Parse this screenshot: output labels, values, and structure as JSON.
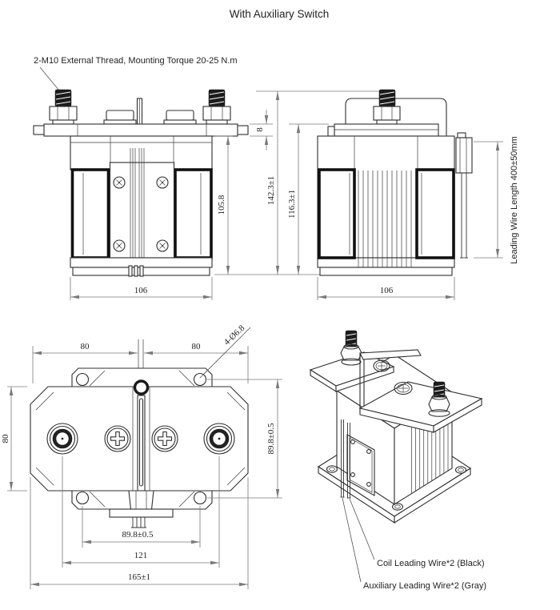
{
  "title": "With Auxiliary Switch",
  "notes": {
    "mounting": "2-M10 External Thread, Mounting Torque 20-25 N.m",
    "leading_wire": "Leading Wire Length 400±50mm",
    "coil_wire": "Coil Leading Wire*2 (Black)",
    "aux_wire": "Auxiliary Leading Wire*2 (Gray)"
  },
  "front_view": {
    "dim_flange_thickness": "8",
    "dim_body_height": "105.8",
    "dim_overall_height": "142.3±1",
    "dim_width": "106"
  },
  "side_view": {
    "dim_height": "116.3±1",
    "dim_width": "106"
  },
  "top_view": {
    "hole_callout": "4-Ø6.8",
    "dim_pitch_left": "80",
    "dim_pitch_right": "80",
    "dim_depth": "80",
    "dim_hole_pitch_vertical": "89.8±0.5",
    "dim_hole_pitch_horizontal": "89.8±0.5",
    "dim_terminal_pitch": "121",
    "dim_overall_width": "165±1"
  },
  "palette": {
    "outline": "#2f2f2f",
    "dim_line": "#7a7a7a",
    "text": "#1f1f1f",
    "background": "#ffffff"
  }
}
